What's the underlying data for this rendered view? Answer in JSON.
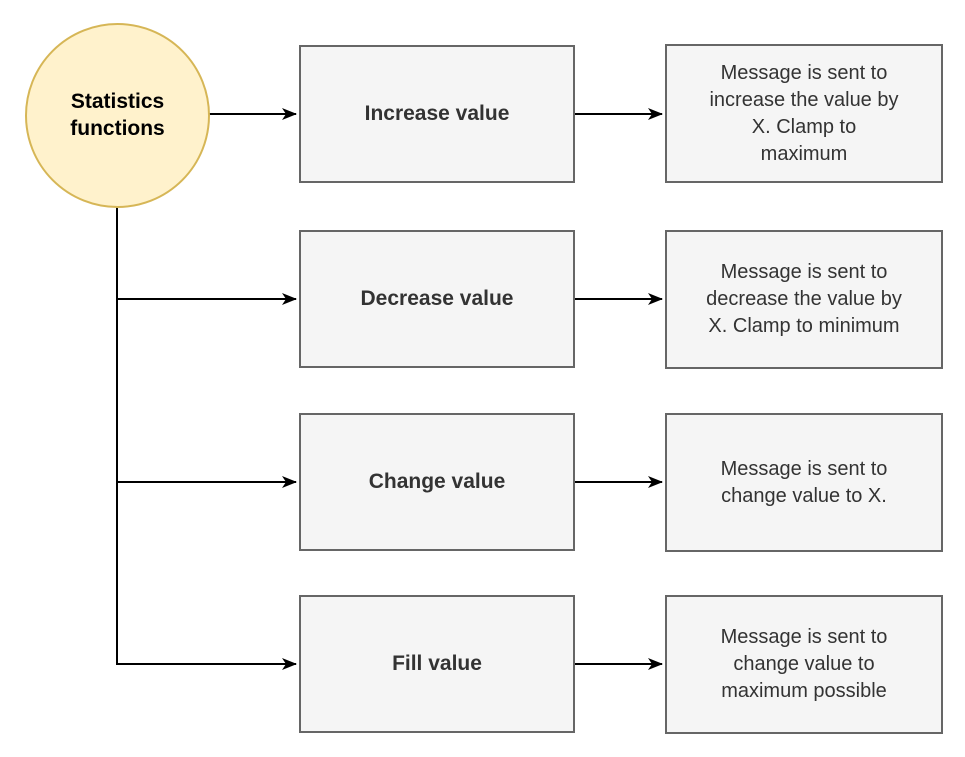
{
  "diagram": {
    "root": {
      "label": "Statistics\nfunctions"
    },
    "rows": [
      {
        "function": "Increase value",
        "description": "Message is sent to\nincrease the value by\nX. Clamp to\nmaximum"
      },
      {
        "function": "Decrease value",
        "description": "Message is sent to\ndecrease the value by\nX. Clamp to minimum"
      },
      {
        "function": "Change value",
        "description": "Message is sent to\nchange value to X."
      },
      {
        "function": "Fill value",
        "description": "Message is sent to\nchange value to\nmaximum possible"
      }
    ],
    "colors": {
      "root_fill": "#FFF2CC",
      "root_border": "#D6B656",
      "box_fill": "#F5F5F5",
      "box_border": "#666666",
      "box_text": "#333333",
      "root_text": "#000000",
      "connector": "#000000",
      "background": "#FFFFFF"
    }
  }
}
